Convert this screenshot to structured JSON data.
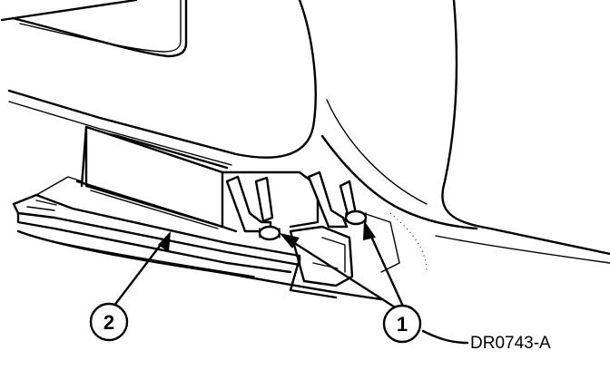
{
  "figure": {
    "code": "DR0743-A"
  },
  "callouts": [
    {
      "id": "1",
      "label": "1"
    },
    {
      "id": "2",
      "label": "2"
    }
  ],
  "colors": {
    "ink": "#000000",
    "paper": "#ffffff"
  }
}
